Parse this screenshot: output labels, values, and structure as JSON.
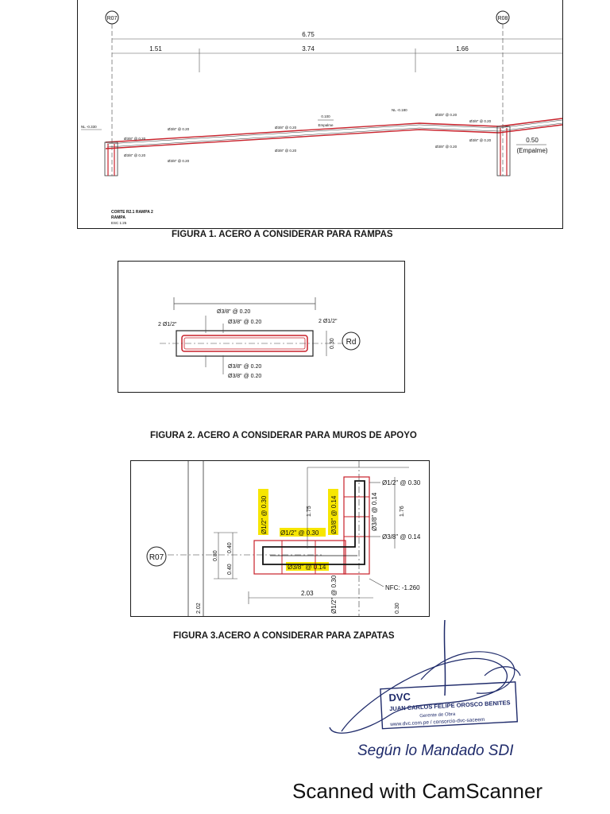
{
  "figure1": {
    "caption": "FIGURA 1. ACERO A CONSIDERAR PARA RAMPAS",
    "axis_left": "R07",
    "axis_right": "R08",
    "dim_total": "6.75",
    "dim_a": "1.51",
    "dim_b": "3.74",
    "dim_c": "1.66",
    "level_left": "NL -0.330",
    "level_mid": "NL -0.180",
    "bar_label": "Ø3/8\" @ 0.20",
    "splice_mid_value": "0.100",
    "splice_mid_label": "Empalme",
    "splice_right_value": "0.50",
    "splice_right_label": "(Empalme)",
    "section_title_1": "CORTE R2.1 RAMPA 2",
    "section_title_2": "RAMPA",
    "section_scale": "ESC 1:25"
  },
  "figure2": {
    "caption": "FIGURA 2. ACERO A CONSIDERAR PARA MUROS DE APOYO",
    "label_top_1": "Ø3/8\" @ 0.20",
    "label_top_2": "Ø3/8\" @ 0.20",
    "label_left": "2 Ø1/2\"",
    "label_right": "2 Ø1/2\"",
    "label_bot_1": "Ø3/8\" @ 0.20",
    "label_bot_2": "Ø3/8\" @ 0.20",
    "thickness": "0.30",
    "tag": "Rd"
  },
  "figure3": {
    "caption": "FIGURA 3.ACERO A CONSIDERAR PARA ZAPATAS",
    "axis": "R07",
    "v_label_1": "Ø1/2\" @ 0.30",
    "v_label_2": "Ø3/8\" @ 0.14",
    "v_label_3": "Ø3/8\" @ 0.14",
    "dim_175": "1.75",
    "dim_176": "1.76",
    "right_top": "Ø1/2\" @ 0.30",
    "right_mid": "Ø3/8\" @ 0.14",
    "h_label_1": "Ø1/2\" @ 0.30",
    "h_label_2": "Ø3/8\" @ 0.14",
    "dim_040a": "0.40",
    "dim_080": "0.80",
    "dim_040b": "0.40",
    "dim_203": "2.03",
    "nfc": "NFC: -1.260",
    "bottom_v_1": "Ø1/2\" @ 0.30",
    "dim_030": "0.30",
    "dim_202": "2.02",
    "highlight_color": "#f7e600"
  },
  "stamp": {
    "brand": "DVC",
    "name": "JUAN CARLOS FELIPE OROSCO BENITES",
    "role": "Gerente de Obra",
    "web": "www.dvc.com.pe / consorcio-dvc-saceem",
    "handwriting": "Según lo Mandado SDI"
  },
  "footer": {
    "text": "Scanned with CamScanner"
  },
  "colors": {
    "rebar": "#c8202a",
    "ink": "#1a1a1a"
  }
}
